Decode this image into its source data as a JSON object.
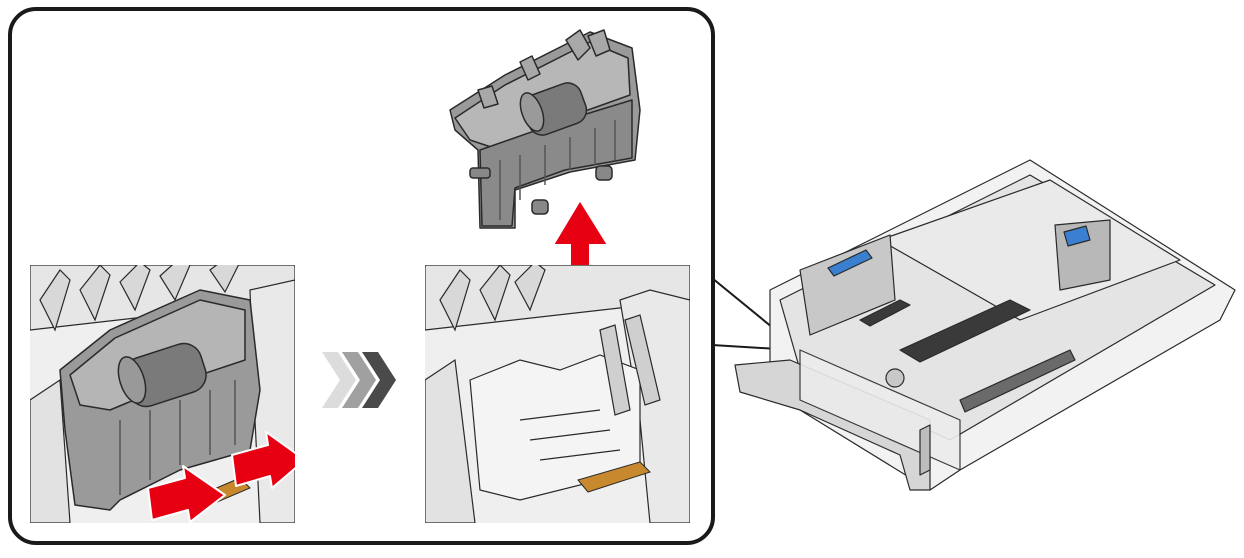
{
  "figure": {
    "panels": [
      {
        "name": "step-1",
        "action": "press-release-tabs"
      },
      {
        "name": "step-2",
        "action": "lift-pickup-roller-unit"
      }
    ],
    "step_arrow_icon": "triple-chevron-right-icon",
    "press_arrow_icon": "red-push-arrow-icon",
    "lift_arrow_icon": "red-up-arrow-icon",
    "colors": {
      "arrow_red": "#e60012",
      "roller_gray": "#8c8c8c",
      "unit_gray": "#9a9a9a",
      "tray_light": "#ececec",
      "release_lever_orange": "#c8892e",
      "tray_guide_blue": "#3a7fd0",
      "outline": "#1a1a1a"
    }
  }
}
